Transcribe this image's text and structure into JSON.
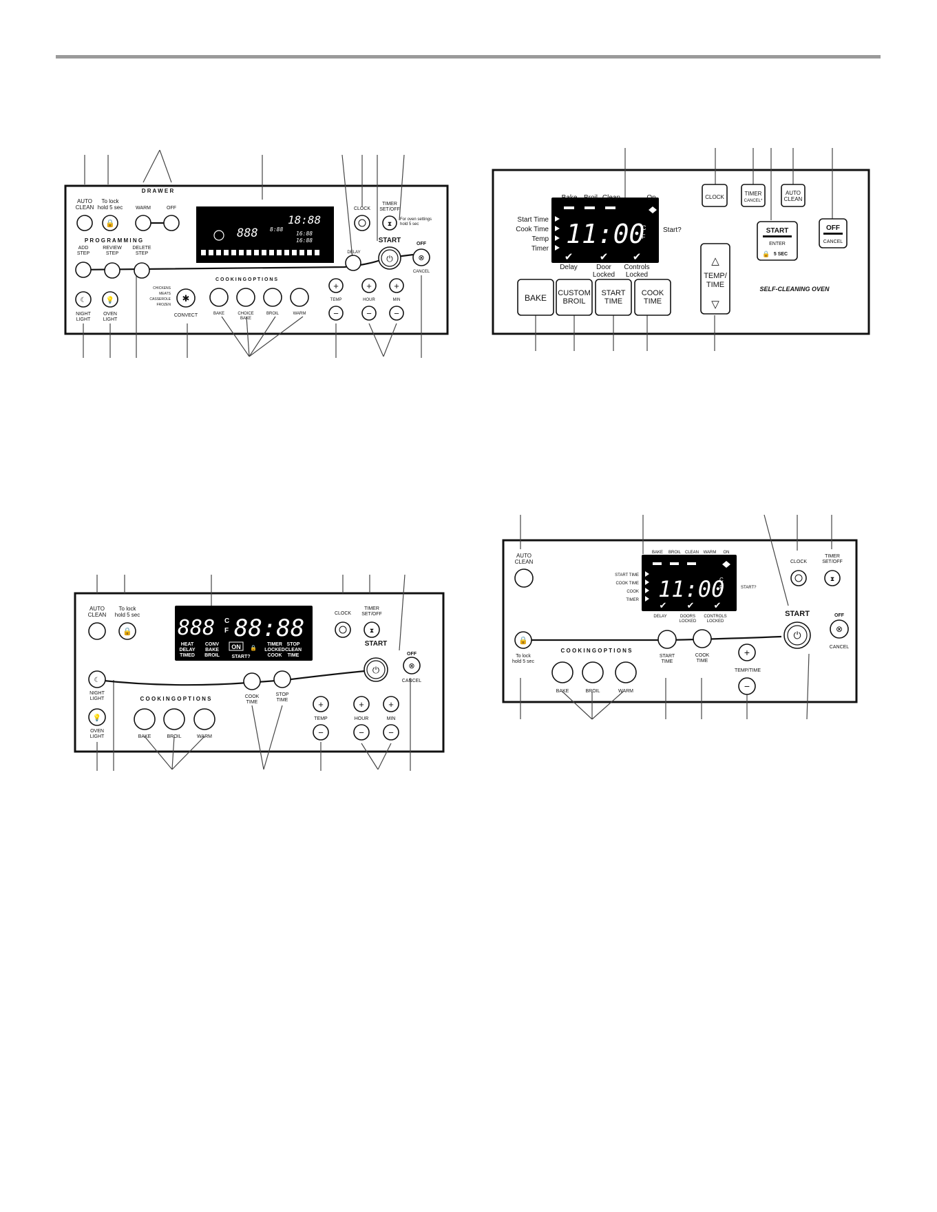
{
  "panel1": {
    "auto_clean": "AUTO\nCLEAN",
    "to_lock": "To lock\nhold 5 sec",
    "drawer": "D R A W E R",
    "warm": "WARM",
    "off": "OFF",
    "clock": "CLOCK",
    "timer": "TIMER\nSET/OFF",
    "timer_note": "For oven settings\nhold 5 sec",
    "programming": "P R O G R A M M I N G",
    "add_step": "ADD\nSTEP",
    "review_step": "REVIEW\nSTEP",
    "delete_step": "DELETE\nSTEP",
    "delay": "DELAY",
    "start": "START",
    "off2": "OFF",
    "cancel": "CANCEL",
    "night_light": "NIGHT\nLIGHT",
    "oven_light": "OVEN\nLIGHT",
    "convect_types": "CHICKENS\nMEATS\nCASSEROLE\nFROZEN",
    "convect": "CONVECT",
    "cooking_options": "C O O K I N G   O P T I O N S",
    "bake": "BAKE",
    "choice_bake": "CHOICE\nBAKE",
    "broil": "BROIL",
    "warm2": "WARM",
    "temp": "TEMP",
    "hour": "HOUR",
    "min": "MIN",
    "display_time": "18:88",
    "display_small1": "16:88",
    "display_small2": "16:88",
    "display_888": "888",
    "display_888_small": "8:88"
  },
  "panel2": {
    "bake_top": "Bake",
    "broil_top": "Broil",
    "clean_top": "Clean",
    "on_top": "On",
    "start_time": "Start Time",
    "cook_time": "Cook Time",
    "temp": "Temp",
    "timer": "Timer",
    "display": "11:00",
    "c": "C",
    "f": "F",
    "start_q": "Start?",
    "delay": "Delay",
    "door_locked": "Door\nLocked",
    "controls_locked": "Controls\nLocked",
    "clock": "CLOCK",
    "timer_btn": "TIMER",
    "timer_cancel": "CANCEL*",
    "auto_clean": "AUTO\nCLEAN",
    "start": "START",
    "enter": "ENTER",
    "five_sec": "5 SEC",
    "off": "OFF",
    "cancel": "CANCEL",
    "temp_time": "TEMP/\nTIME",
    "bake": "BAKE",
    "custom_broil": "CUSTOM\nBROIL",
    "start_time_btn": "START\nTIME",
    "cook_time_btn": "COOK\nTIME",
    "self_cleaning": "SELF-CLEANING OVEN"
  },
  "panel3": {
    "auto_clean": "AUTO\nCLEAN",
    "to_lock": "To lock\nhold 5 sec",
    "display_888": "888",
    "c": "C",
    "f": "F",
    "display_time": "88:88",
    "heat": "HEAT\nDELAY\nTIMED",
    "conv": "CONV\nBAKE\nBROIL",
    "on": "ON",
    "start_q": "START?",
    "timer_locked": "TIMER\nLOCKED\nCOOK",
    "stop_clean": "STOP\nCLEAN\nTIME",
    "clock": "CLOCK",
    "timer": "TIMER\nSET/OFF",
    "start": "START",
    "off": "OFF",
    "cancel": "CANCEL",
    "night_light": "NIGHT\nLIGHT",
    "oven_light": "OVEN\nLIGHT",
    "cooking_options": "C O O K I N G   O P T I O N S",
    "cook_time": "COOK\nTIME",
    "stop_time": "STOP\nTIME",
    "bake": "BAKE",
    "broil": "BROIL",
    "warm": "WARM",
    "temp": "TEMP",
    "hour": "HOUR",
    "min": "MIN"
  },
  "panel4": {
    "auto_clean": "AUTO\nCLEAN",
    "bake_top": "BAKE",
    "broil_top": "BROIL",
    "clean_top": "CLEAN",
    "warm_top": "WARM",
    "on_top": "ON",
    "start_time": "START TIME",
    "cook_time": "COOK TIME",
    "cook": "COOK",
    "timer": "TIMER",
    "display": "11:00",
    "c": "C",
    "f": "F",
    "start_q": "START?",
    "delay": "DELAY",
    "doors_locked": "DOORS\nLOCKED",
    "controls_locked": "CONTROLS\nLOCKED",
    "clock": "CLOCK",
    "timer_btn": "TIMER\nSET/OFF",
    "start": "START",
    "off": "OFF",
    "cancel": "CANCEL",
    "to_lock": "To lock\nhold 5 sec",
    "cooking_options": "C O O K I N G   O P T I O N S",
    "start_time_btn": "START\nTIME",
    "cook_time_btn": "COOK\nTIME",
    "temp_time": "TEMP/TIME",
    "bake": "BAKE",
    "broil": "BROIL",
    "warm": "WARM"
  }
}
